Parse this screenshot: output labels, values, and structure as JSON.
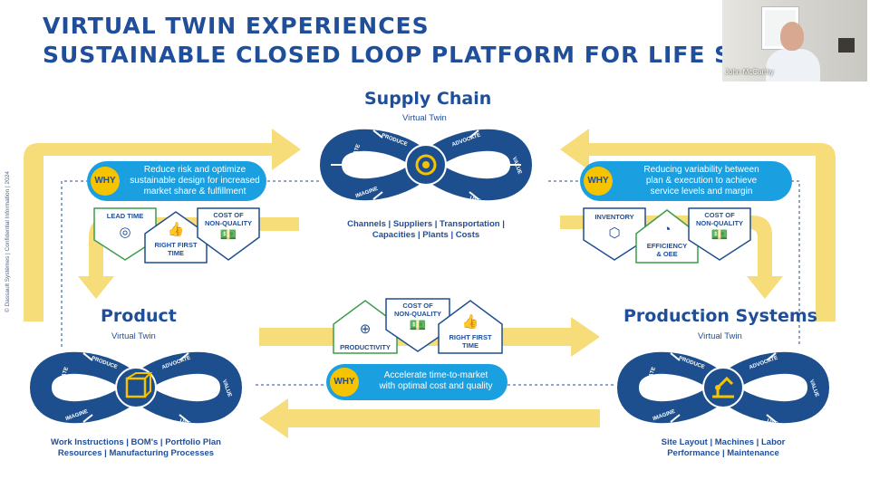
{
  "header": {
    "title_line1": "VIRTUAL TWIN EXPERIENCES",
    "title_line2": "SUSTAINABLE CLOSED LOOP PLATFORM FOR LIFE SCIENCES"
  },
  "video": {
    "participant_name": "John McCarthy"
  },
  "copyright": "© Dassault Systèmes | Confidential Information | 2024",
  "supply_chain": {
    "title": "Supply Chain",
    "subtitle": "Virtual Twin",
    "loop": {
      "create": "CREATE",
      "produce": "PRODUCE",
      "advocate": "ADVOCATE",
      "value": "VALUE",
      "use": "USE",
      "imagine": "IMAGINE"
    },
    "caption_line1": "Channels | Suppliers | Transportation |",
    "caption_line2": "Capacities | Plants | Costs"
  },
  "product": {
    "title": "Product",
    "subtitle": "Virtual Twin",
    "loop": {
      "create": "CREATE",
      "produce": "PRODUCE",
      "advocate": "ADVOCATE",
      "value": "VALUE",
      "use": "USE",
      "imagine": "IMAGINE"
    },
    "caption_line1": "Work Instructions | BOM's | Portfolio Plan",
    "caption_line2": "Resources | Manufacturing Processes"
  },
  "production": {
    "title": "Production Systems",
    "subtitle": "Virtual Twin",
    "loop": {
      "create": "CREATE",
      "produce": "PRODUCE",
      "advocate": "ADVOCATE",
      "value": "VALUE",
      "use": "USE",
      "imagine": "IMAGINE"
    },
    "caption_line1": "Site Layout | Machines | Labor",
    "caption_line2": "Performance | Maintenance"
  },
  "why_left": {
    "badge": "WHY",
    "line1": "Reduce risk and optimize",
    "line2": "sustainable design for increased",
    "line3": "market share & fulfillment"
  },
  "why_right": {
    "badge": "WHY",
    "line1": "Reducing variability between",
    "line2": "plan & execution to achieve",
    "line3": "service levels and margin"
  },
  "why_center": {
    "badge": "WHY",
    "line1": "Accelerate time-to-market",
    "line2": "with optimal cost and quality"
  },
  "kpis_left": {
    "lead_time": "LEAD TIME",
    "right_first_time_1": "RIGHT FIRST",
    "right_first_time_2": "TIME",
    "cost_1": "COST OF",
    "cost_2": "NON-QUALITY"
  },
  "kpis_right": {
    "inventory": "INVENTORY",
    "efficiency_1": "EFFICIENCY",
    "efficiency_2": "& OEE",
    "cost_1": "COST OF",
    "cost_2": "NON-QUALITY"
  },
  "kpis_center": {
    "productivity": "PRODUCTIVITY",
    "cost_1": "COST OF",
    "cost_2": "NON-QUALITY",
    "right_first_time_1": "RIGHT FIRST",
    "right_first_time_2": "TIME"
  },
  "icons": {
    "lead_time": "eye-clock-icon",
    "right_first_time": "thumbs-up-icon",
    "cost": "money-stack-icon",
    "inventory": "box-icon",
    "efficiency": "gauge-icon",
    "productivity": "screen-plus-icon",
    "supply_chain": "gear-globe-icon",
    "product": "cube-icon",
    "production": "robot-arm-icon"
  },
  "colors": {
    "brand_blue": "#1f4e9a",
    "loop_blue": "#1d4f8f",
    "accent_cyan": "#1a9fe0",
    "arrow_yellow": "#f7dc7a",
    "why_yellow": "#f5c300",
    "kpi_green": "#3a9d4a"
  }
}
